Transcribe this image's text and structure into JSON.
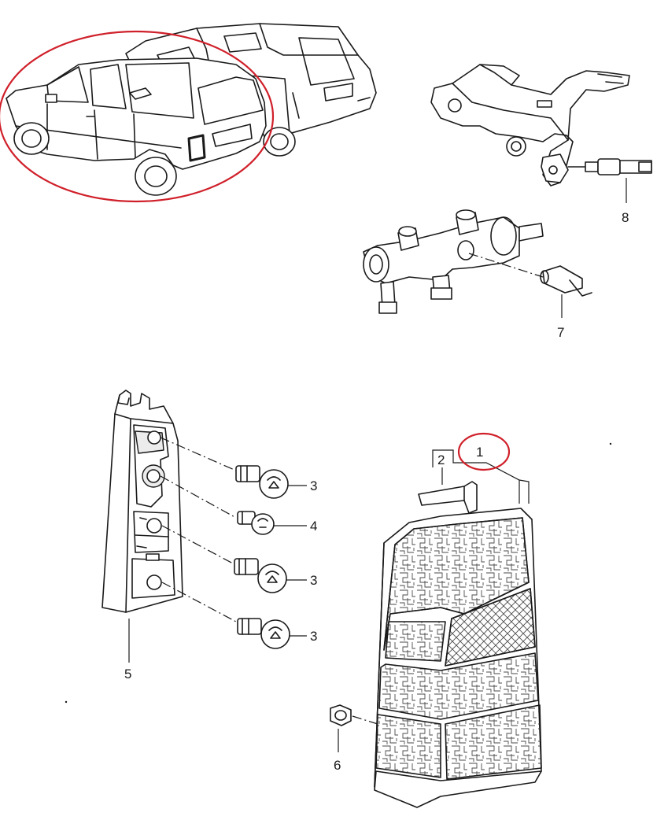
{
  "colors": {
    "line": "#1a1a1a",
    "highlight": "#d0202a",
    "lens_fill": "#d9d9d9"
  },
  "callouts": {
    "c1": "1",
    "c2": "2",
    "c3a": "3",
    "c3b": "3",
    "c3c": "3",
    "c4": "4",
    "c5": "5",
    "c6": "6",
    "c7": "7",
    "c8": "8"
  }
}
